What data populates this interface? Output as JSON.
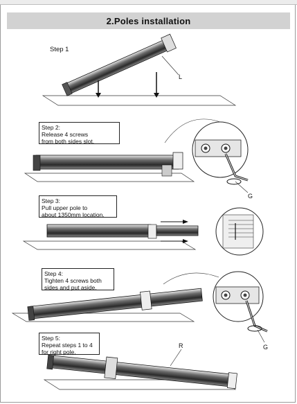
{
  "header": {
    "title": "2.Poles installation"
  },
  "steps": [
    {
      "label": "Step 1",
      "lines": []
    },
    {
      "label": "Step 2:",
      "lines": [
        "Release 4 screws",
        "from both sides slot."
      ]
    },
    {
      "label": "Step 3:",
      "lines": [
        "Pull upper pole to",
        "about 1350mm location."
      ]
    },
    {
      "label": "Step 4:",
      "lines": [
        "Tighten 4 screws both",
        "sides and put aside."
      ]
    },
    {
      "label": "Step 5:",
      "lines": [
        "Repeat steps 1 to 4",
        "for right pole."
      ]
    }
  ],
  "callouts": {
    "left_pole": "L",
    "right_pole": "R",
    "tool_step2": "G",
    "tool_step4": "G"
  },
  "icons": [
    "hex-key-icon",
    "screw-icon",
    "arrow-down-icon"
  ]
}
